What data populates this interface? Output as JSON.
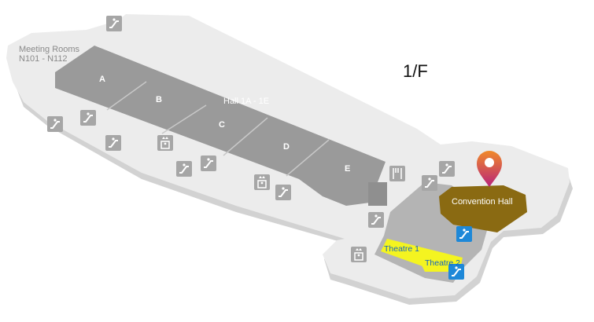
{
  "floor": "1/F",
  "labels": {
    "meeting_rooms_line1": "Meeting Rooms",
    "meeting_rooms_line2": "N101 - N112",
    "hall_group": "Hall 1A - 1E",
    "hall_a": "A",
    "hall_b": "B",
    "hall_c": "C",
    "hall_d": "D",
    "hall_e": "E",
    "convention_hall": "Convention Hall",
    "theatre_1": "Theatre 1",
    "theatre_2": "Theatre 2"
  },
  "icons": {
    "escalator": "escalator-icon",
    "lift": "lift-icon",
    "restaurant": "restaurant-icon",
    "location_pin": "location-pin-icon"
  },
  "colors": {
    "floor_base": "#ececec",
    "floor_shadow": "#d2d2d2",
    "hall": "#9a9a9a",
    "hall_divider": "#c8c8c8",
    "convention_hall": "#8a6a12",
    "theatre": "#f4f420",
    "icon_grey": "#a6a6a6",
    "icon_blue": "#1e88d8",
    "pin_top": "#f08a2a",
    "pin_bottom": "#b8237a",
    "label_blue": "#1565c0"
  }
}
